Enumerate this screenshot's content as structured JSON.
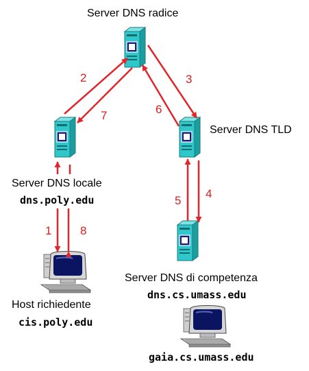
{
  "nodes": {
    "root": {
      "label": "Server DNS radice"
    },
    "tld": {
      "label": "Server DNS TLD"
    },
    "local": {
      "label": "Server DNS locale",
      "host": "dns.poly.edu"
    },
    "authoritative": {
      "label": "Server DNS di competenza",
      "host": "dns.cs.umass.edu"
    },
    "requester": {
      "label": "Host richiedente",
      "host": "cis.poly.edu"
    },
    "target": {
      "host": "gaia.cs.umass.edu"
    }
  },
  "steps": [
    "1",
    "2",
    "3",
    "4",
    "5",
    "6",
    "7",
    "8"
  ],
  "colors": {
    "arrow": "#e0252b",
    "server_body": "#2fc7c9",
    "screen": "#0b1460",
    "keyboard": "#c8c8c8"
  }
}
